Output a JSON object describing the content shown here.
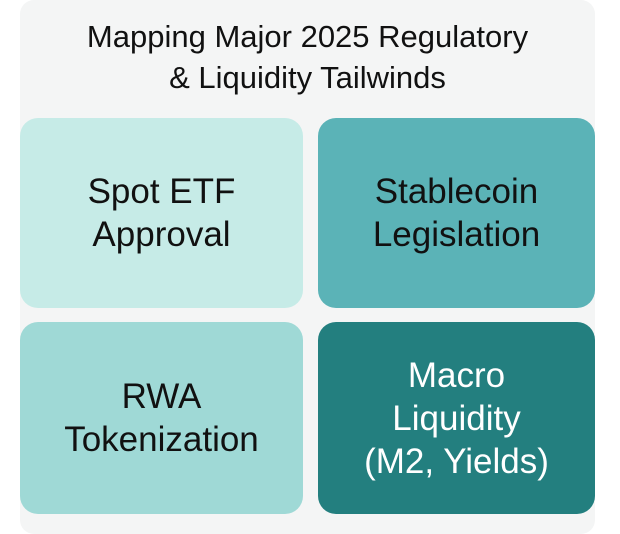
{
  "title": {
    "line1": "Mapping Major 2025 Regulatory",
    "line2": "& Liquidity Tailwinds"
  },
  "tiles": [
    {
      "lines": [
        "Spot ETF",
        "Approval"
      ],
      "color": "#c6ebe7"
    },
    {
      "lines": [
        "Stablecoin",
        "Legislation"
      ],
      "color": "#5bb3b7"
    },
    {
      "lines": [
        "RWA",
        "Tokenization"
      ],
      "color": "#9fd9d6"
    },
    {
      "lines": [
        "Macro",
        "Liquidity",
        "(M2, Yields)"
      ],
      "color": "#237f7f"
    }
  ]
}
